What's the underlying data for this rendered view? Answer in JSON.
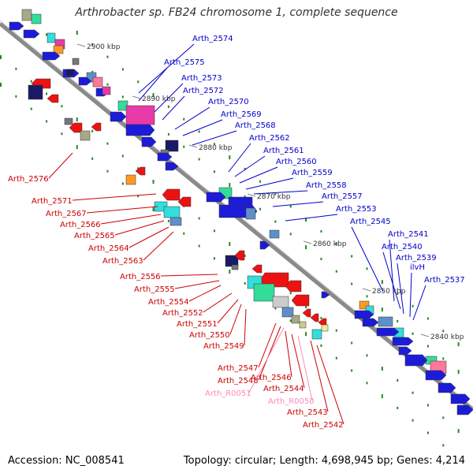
{
  "title": "Arthrobacter sp. FB24 chromosome 1, complete sequence",
  "footer": {
    "accession": "Accession: NC_008541",
    "summary": "Topology: circular; Length: 4,698,945 bp; Genes: 4,214"
  },
  "colors": {
    "forward_label": "#0000cc",
    "reverse_label": "#cc0000",
    "rna_label": "#ff88bb",
    "backbone": "#888888",
    "tick_mark": "#228822"
  },
  "scale_labels": [
    "2900 kbp",
    "2890 kbp",
    "2880 kbp",
    "2870 kbp",
    "2860 kbp",
    "2850 kbp",
    "2840 kbp"
  ],
  "forward_genes": [
    "Arth_2574",
    "Arth_2575",
    "Arth_2573",
    "Arth_2572",
    "Arth_2570",
    "Arth_2569",
    "Arth_2568",
    "Arth_2562",
    "Arth_2561",
    "Arth_2560",
    "Arth_2559",
    "Arth_2558",
    "Arth_2557",
    "Arth_2553",
    "Arth_2545",
    "Arth_2541",
    "Arth_2540",
    "Arth_2539",
    "ilvH",
    "Arth_2537"
  ],
  "reverse_genes": [
    "Arth_2576",
    "Arth_2571",
    "Arth_2567",
    "Arth_2566",
    "Arth_2565",
    "Arth_2564",
    "Arth_2563",
    "Arth_2556",
    "Arth_2555",
    "Arth_2554",
    "Arth_2552",
    "Arth_2551",
    "Arth_2550",
    "Arth_2549",
    "Arth_2547",
    "Arth_2548",
    "Arth_2546",
    "Arth_2544",
    "Arth_2543",
    "Arth_2542"
  ],
  "rna_genes": [
    "Arth_R0051",
    "Arth_R0050"
  ]
}
